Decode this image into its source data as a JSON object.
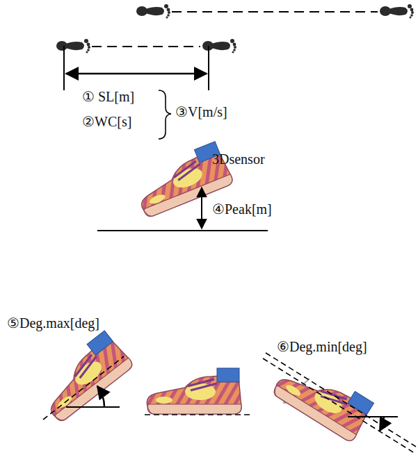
{
  "diagram": {
    "labels": [
      "① SL[m]",
      "②WC[s]",
      "③V[m/s]",
      "3Dsensor",
      "④Peak[m]",
      "⑤Deg.max[deg]",
      "⑥Deg.min[deg]"
    ]
  }
}
